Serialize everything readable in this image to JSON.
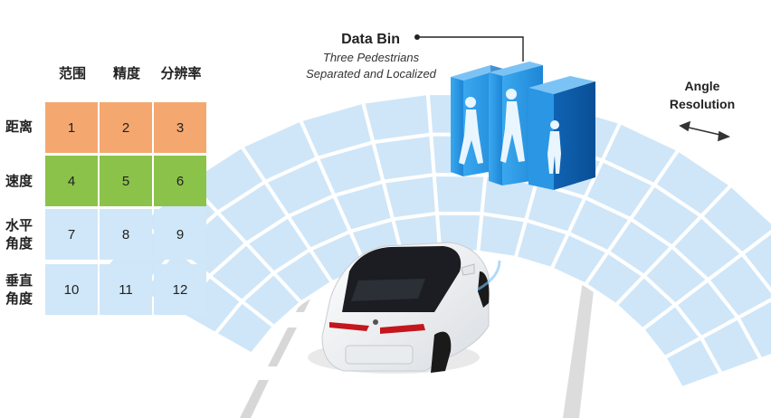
{
  "matrix": {
    "columns": [
      "范围",
      "精度",
      "分辨率"
    ],
    "rows": [
      {
        "label_lines": [
          "距离"
        ],
        "cells": [
          "1",
          "2",
          "3"
        ],
        "color": "#f4a870"
      },
      {
        "label_lines": [
          "速度"
        ],
        "cells": [
          "4",
          "5",
          "6"
        ],
        "color": "#8bc34a"
      },
      {
        "label_lines": [
          "水平",
          "角度"
        ],
        "cells": [
          "7",
          "8",
          "9"
        ],
        "color": "#cfe7f8"
      },
      {
        "label_lines": [
          "垂直",
          "角度"
        ],
        "cells": [
          "10",
          "11",
          "12"
        ],
        "color": "#cfe7f8"
      }
    ]
  },
  "callouts": {
    "data_bin_title": "Data Bin",
    "data_bin_sub1": "Three Pedestrians",
    "data_bin_sub2": "Separated and Localized",
    "angle_line1": "Angle",
    "angle_line2": "Resolution"
  },
  "colors": {
    "grid_fill": "#cfe6f8",
    "bin_blue": "#2f9ce8",
    "car_white": "#f5f5f5"
  }
}
